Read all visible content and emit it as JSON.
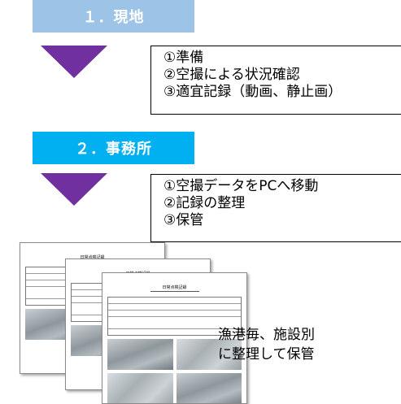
{
  "steps": [
    {
      "label": "１．現地",
      "color": "#9dc3e6",
      "items": [
        "①準備",
        "②空撮による状況確認",
        "③適宜記録（動画、静止画）"
      ]
    },
    {
      "label": "２．事務所",
      "color": "#00b0f0",
      "items": [
        "①空撮データをPCへ移動",
        "②記録の整理",
        "③保管"
      ]
    }
  ],
  "arrow_color": "#7030a0",
  "documents": {
    "title": "日常点検記録"
  },
  "note": {
    "line1": "漁港毎、施設別",
    "line2": "に整理して保管"
  }
}
